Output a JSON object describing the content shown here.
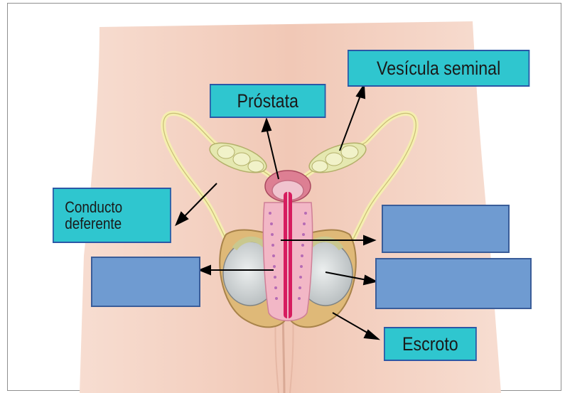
{
  "labels": {
    "vesicula": "Vesícula seminal",
    "prostata": "Próstata",
    "conducto": "Conducto\ndeferente",
    "escroto": "Escroto"
  },
  "blank_boxes": 3,
  "colors": {
    "label_fill": "#2fc6cf",
    "label_border": "#2b57a6",
    "blank_fill": "#6f9bd1",
    "skin": "#f3cdbd",
    "urethra": "#d61c5f"
  }
}
